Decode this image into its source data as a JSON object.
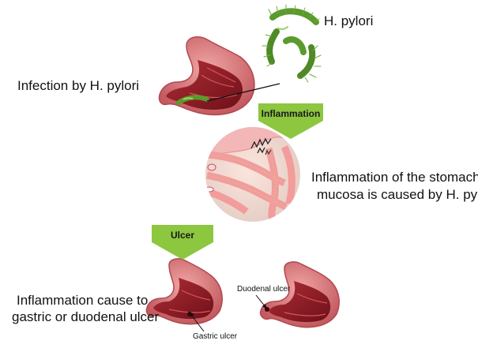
{
  "labels": {
    "h_pylori": "H. pylori",
    "infection": "Infection by H. pylori",
    "inflammation_arrow": "Inflammation",
    "mucosa_line1": "Inflammation of the stomach",
    "mucosa_line2": "mucosa is caused by H. pylori",
    "ulcer_arrow": "Ulcer",
    "cause_line1": "Inflammation cause to",
    "cause_line2": "gastric or duodenal ulcer",
    "duodenal_ulcer": "Duodenal ulcer",
    "gastric_ulcer": "Gastric ulcer"
  },
  "colors": {
    "arrow_fill": "#8dc63f",
    "stomach_outer": "#d9777a",
    "stomach_inner": "#8e1c24",
    "bacteria": "#5b9a2d",
    "mucosa": "#f2a5a5"
  },
  "icons": {
    "stomach_infected": "stomach-icon",
    "bacteria_cluster": "bacteria-icon",
    "mucosa_circle": "mucosa-illustration",
    "stomach_gastric": "stomach-icon",
    "stomach_duodenal": "stomach-icon"
  }
}
